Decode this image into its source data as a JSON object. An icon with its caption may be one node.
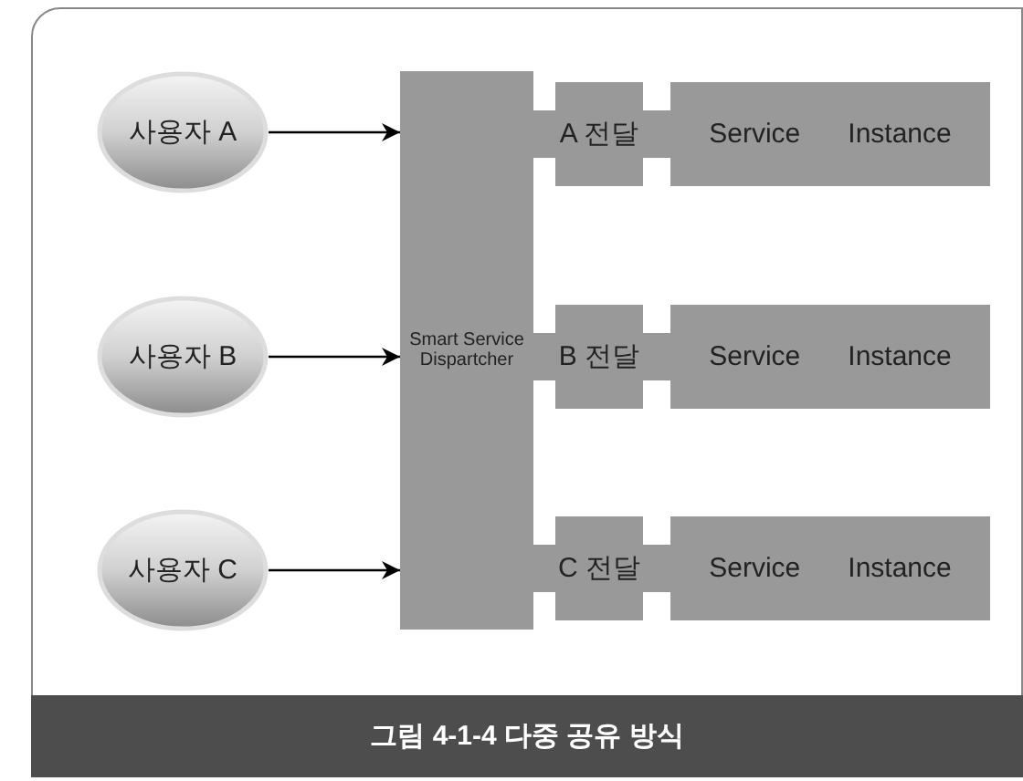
{
  "diagram": {
    "caption": "그림 4-1-4 다중 공유 방식",
    "nodes": [
      {
        "text": [
          "사용자 A"
        ]
      },
      {
        "text": [
          "사용자 B"
        ]
      },
      {
        "text": [
          "사용자 C"
        ]
      },
      {
        "text": [
          "Smart Service Dispartcher"
        ]
      },
      {
        "text": [
          "A 전달"
        ]
      },
      {
        "text": [
          "Service",
          "Instance"
        ]
      },
      {
        "text": [
          "B 전달"
        ]
      },
      {
        "text": [
          "Service",
          "Instance"
        ]
      },
      {
        "text": [
          "C 전달"
        ]
      },
      {
        "text": [
          "Service",
          "Instance"
        ]
      }
    ],
    "edges": [
      {
        "from": 0,
        "to": 3,
        "arrow": "to",
        "color": "#000000"
      },
      {
        "from": 1,
        "to": 3,
        "arrow": "to",
        "color": "#000000"
      },
      {
        "from": 2,
        "to": 3,
        "arrow": "to",
        "color": "#000000"
      },
      {
        "from": 3,
        "to": 4,
        "arrow": "none"
      },
      {
        "from": 4,
        "to": 5,
        "arrow": "none"
      },
      {
        "from": 3,
        "to": 6,
        "arrow": "none"
      },
      {
        "from": 6,
        "to": 7,
        "arrow": "none"
      },
      {
        "from": 3,
        "to": 8,
        "arrow": "none"
      },
      {
        "from": 8,
        "to": 9,
        "arrow": "none"
      }
    ]
  }
}
